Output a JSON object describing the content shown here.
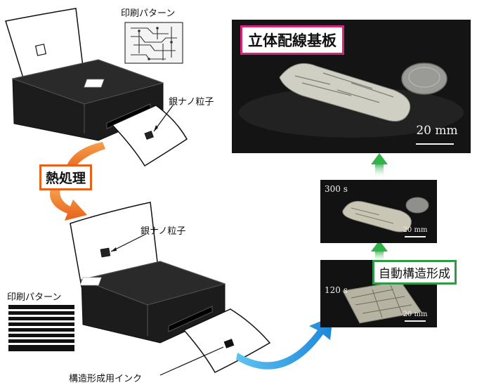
{
  "labels": {
    "print_pattern_top": "印刷パターン",
    "silver_np_top": "銀ナノ粒子",
    "heat_treatment": "熱処理",
    "silver_np_bottom": "銀ナノ粒子",
    "print_pattern_bottom": "印刷パターン",
    "structural_ink": "構造形成用インク",
    "auto_structure": "自動構造形成",
    "result_title": "立体配線基板"
  },
  "photos": {
    "main_scale": "20 mm",
    "mid_time": "300 s",
    "mid_scale": "20 mm",
    "small_time": "120 s",
    "small_scale": "20 mm"
  },
  "colors": {
    "printer_body": "#1c1c1c",
    "heat_border": "#e8611a",
    "heat_arrow": "#e8611a",
    "auto_border": "#2e9a48",
    "green_arrow": "#33b24a",
    "title_border": "#d6247a",
    "blue_arrow": "#1e9be0"
  }
}
